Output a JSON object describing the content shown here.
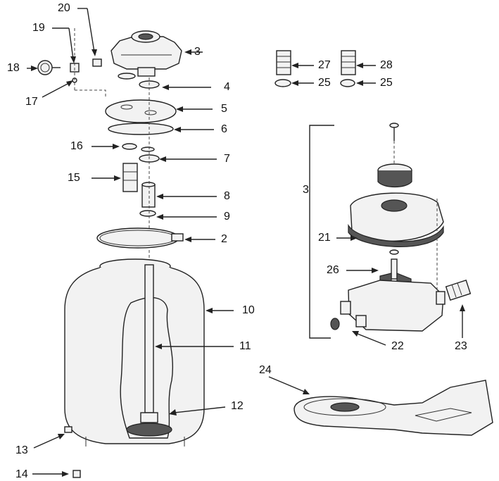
{
  "diagram": {
    "labels": {
      "l2": "2",
      "l3a": "3",
      "l3b": "3",
      "l4": "4",
      "l5": "5",
      "l6": "6",
      "l7": "7",
      "l8": "8",
      "l9": "9",
      "l10": "10",
      "l11": "11",
      "l12": "12",
      "l13": "13",
      "l14": "14",
      "l15": "15",
      "l16": "16",
      "l17": "17",
      "l18": "18",
      "l19": "19",
      "l20": "20",
      "l21": "21",
      "l22": "22",
      "l23": "23",
      "l24": "24",
      "l25a": "25",
      "l25b": "25",
      "l26": "26",
      "l27": "27",
      "l28": "28"
    }
  }
}
